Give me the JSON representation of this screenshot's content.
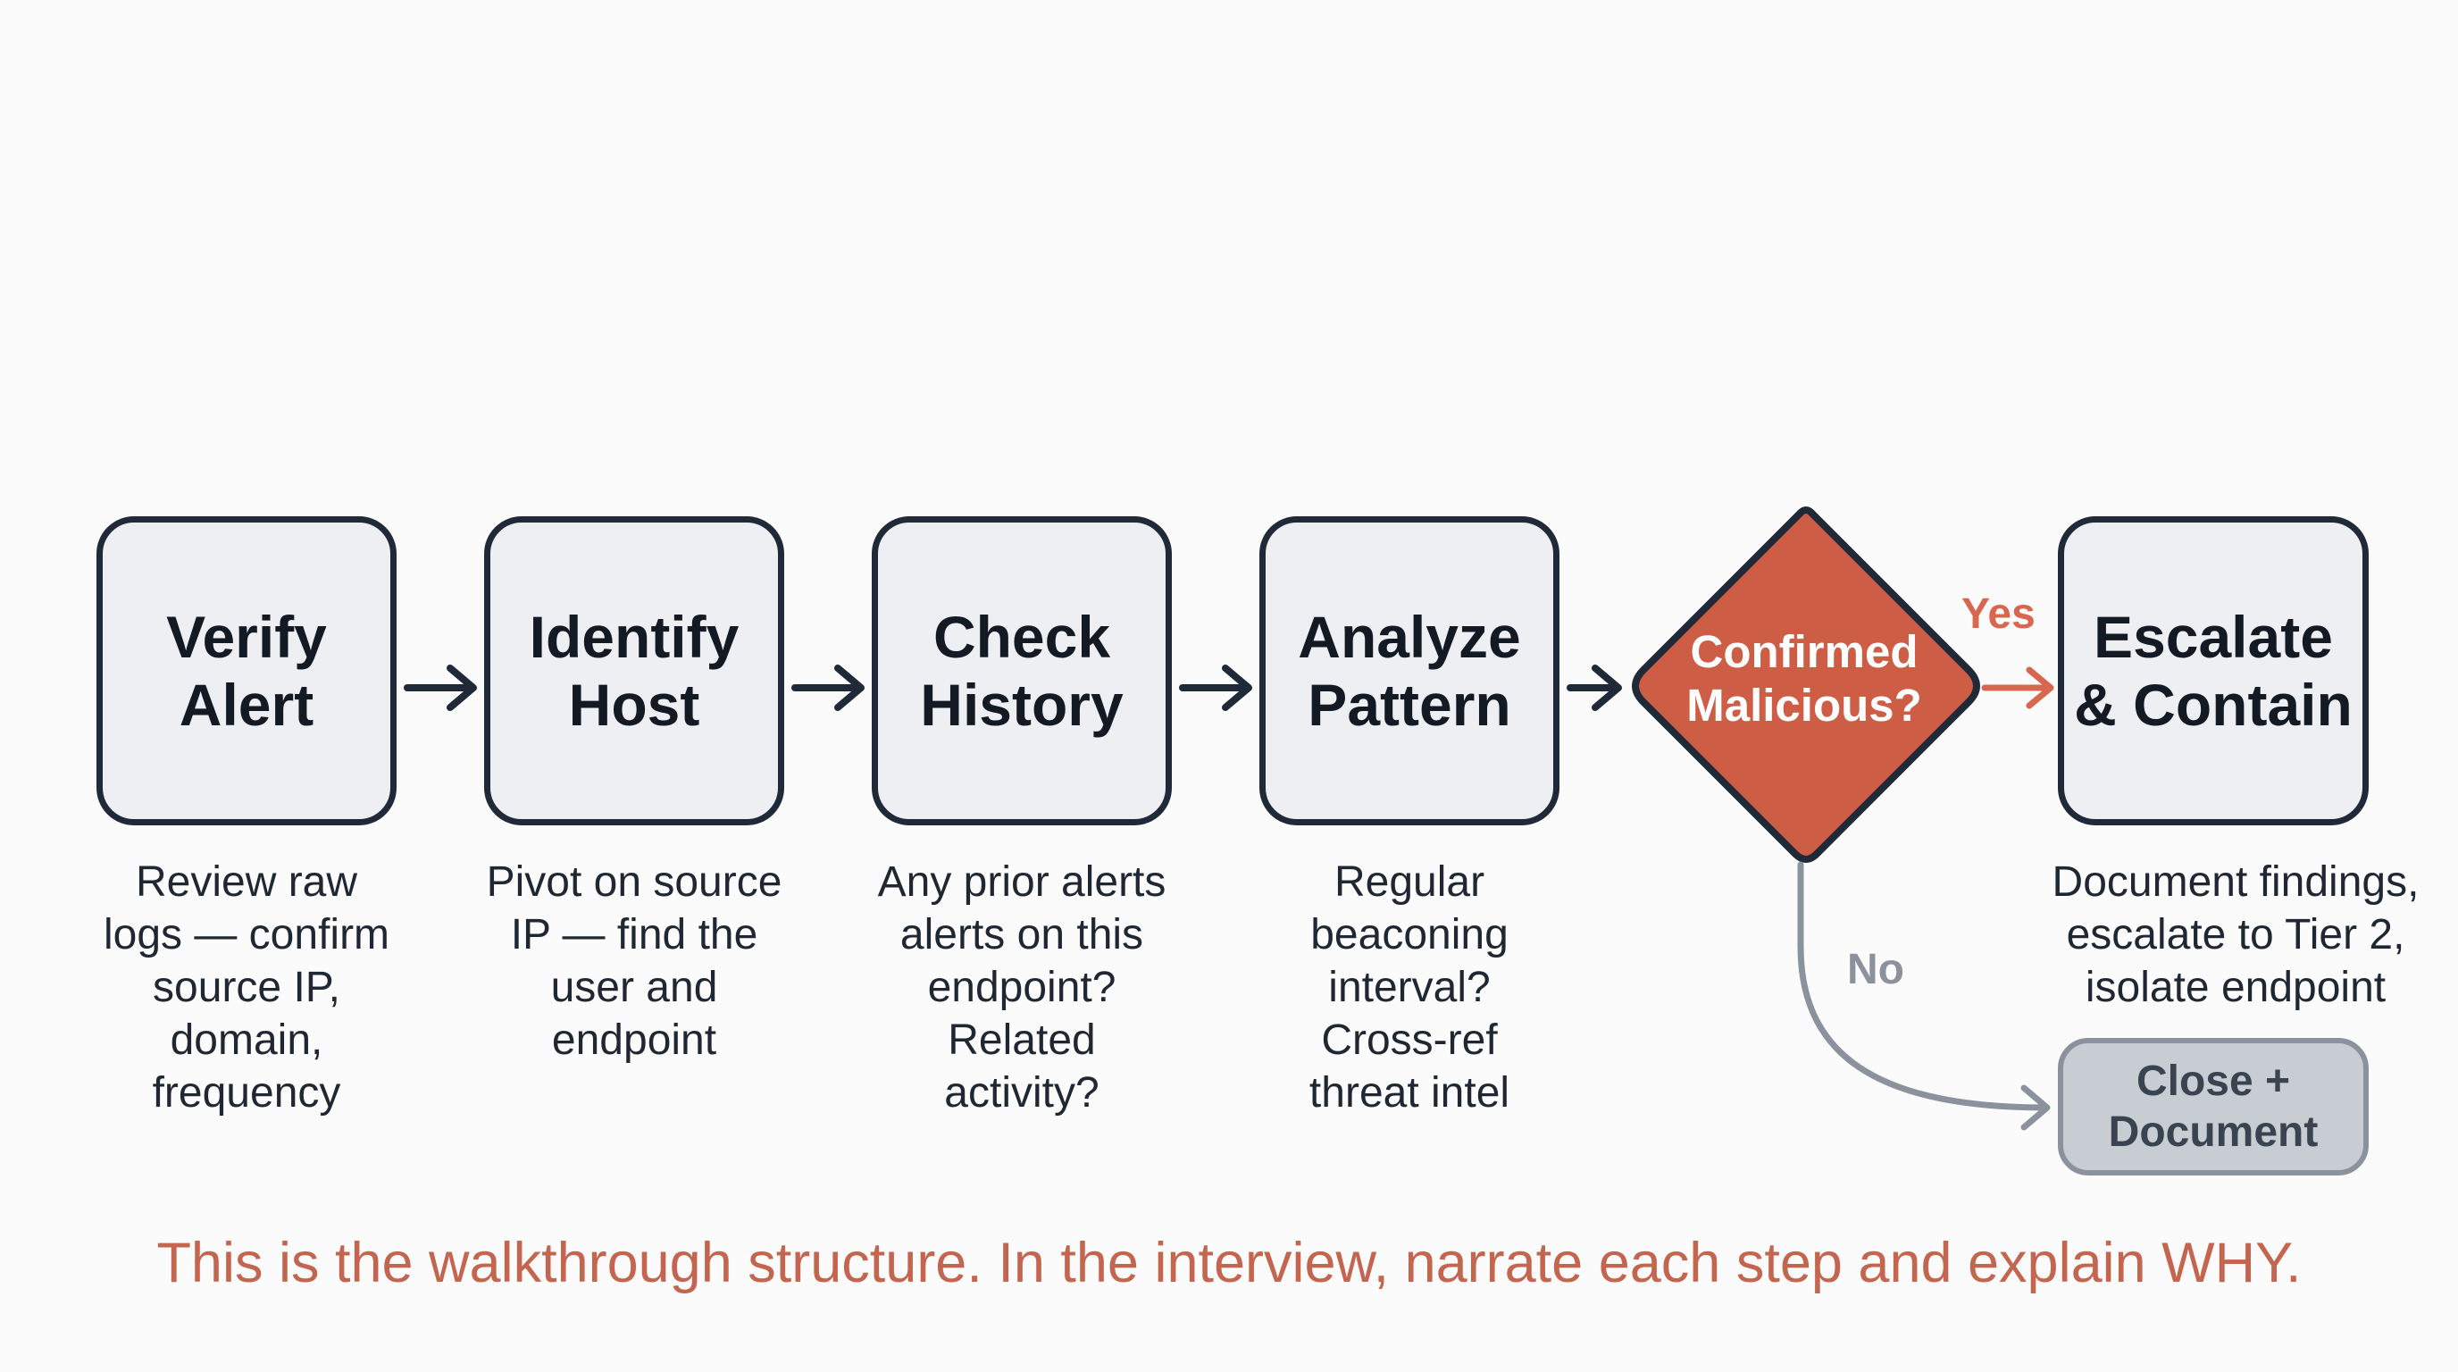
{
  "steps": [
    {
      "title": "Verify\nAlert",
      "description": "Review raw\nlogs — confirm\nsource IP,\ndomain,\nfrequency"
    },
    {
      "title": "Identify\nHost",
      "description": "Pivot on source\nIP — find the\nuser and\nendpoint"
    },
    {
      "title": "Check\nHistory",
      "description": "Any prior alerts\nalerts on this\nendpoint?\nRelated\nactivity?"
    },
    {
      "title": "Analyze\nPattern",
      "description": "Regular\nbeaconing\ninterval?\nCross-ref\nthreat intel"
    }
  ],
  "decision": {
    "label": "Confirmed\nMalicious?"
  },
  "yes_branch": {
    "label": "Yes",
    "title": "Escalate\n& Contain",
    "description": "Document findings,\nescalate to Tier 2,\nisolate endpoint"
  },
  "no_branch": {
    "label": "No",
    "title": "Close +\nDocument"
  },
  "footer_note": "This is the walkthrough structure. In the interview, narrate each step and explain WHY.",
  "colors": {
    "box_fill": "#edeff2",
    "box_border": "#1f2937",
    "decision_fill": "#cd5d45",
    "yes_accent": "#d9674f",
    "no_gray": "#8b929d",
    "footer_text": "#c4654f"
  }
}
